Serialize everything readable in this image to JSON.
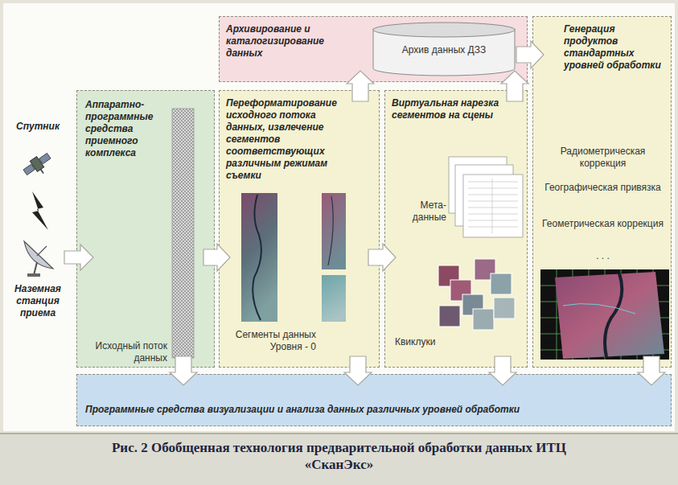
{
  "diagram": {
    "caption": "Рис. 2 Обобщенная технология предварительной обработки данных ИТЦ «СканЭкс»",
    "nodes": [
      {
        "text": [
          "Архивирование и каталогизирование данных"
        ]
      },
      {
        "text": [
          "Архив данных ДЗЗ"
        ],
        "in": 0
      },
      {
        "text": [
          "Генерация продуктов стандартных уровней обработки",
          "Радиометрическая коррекция",
          "Географическая привязка",
          "Геометрическая коррекция",
          ". . ."
        ]
      },
      {
        "text": [
          "Аппаратно-программные средства приемного комплекса",
          "Исходный поток данных"
        ]
      },
      {
        "text": [
          "Переформатирование исходного потока данных, извлечение сегментов соответствующих различным режимам съемки",
          "Сегменты данных Уровня - 0"
        ]
      },
      {
        "text": [
          "Виртуальная нарезка сегментов на сцены",
          "Мета-данные",
          "Квиклуки"
        ]
      },
      {
        "text": [
          "Программные средства визуализации и анализа данных различных уровней обработки"
        ]
      }
    ],
    "edges": [
      {
        "from": 3,
        "to": 4,
        "arrow": "to"
      },
      {
        "from": 4,
        "to": 5,
        "arrow": "to"
      },
      {
        "from": 4,
        "to": 0,
        "arrow": "to"
      },
      {
        "from": 5,
        "to": 0,
        "arrow": "to"
      },
      {
        "from": 0,
        "to": 2,
        "arrow": "to"
      },
      {
        "from": 3,
        "to": 6,
        "arrow": "to"
      },
      {
        "from": 4,
        "to": 6,
        "arrow": "to"
      },
      {
        "from": 5,
        "to": 6,
        "arrow": "to"
      },
      {
        "from": 2,
        "to": 6,
        "arrow": "to"
      }
    ],
    "labels": [
      "Спутник",
      "Наземная станция приема"
    ]
  }
}
